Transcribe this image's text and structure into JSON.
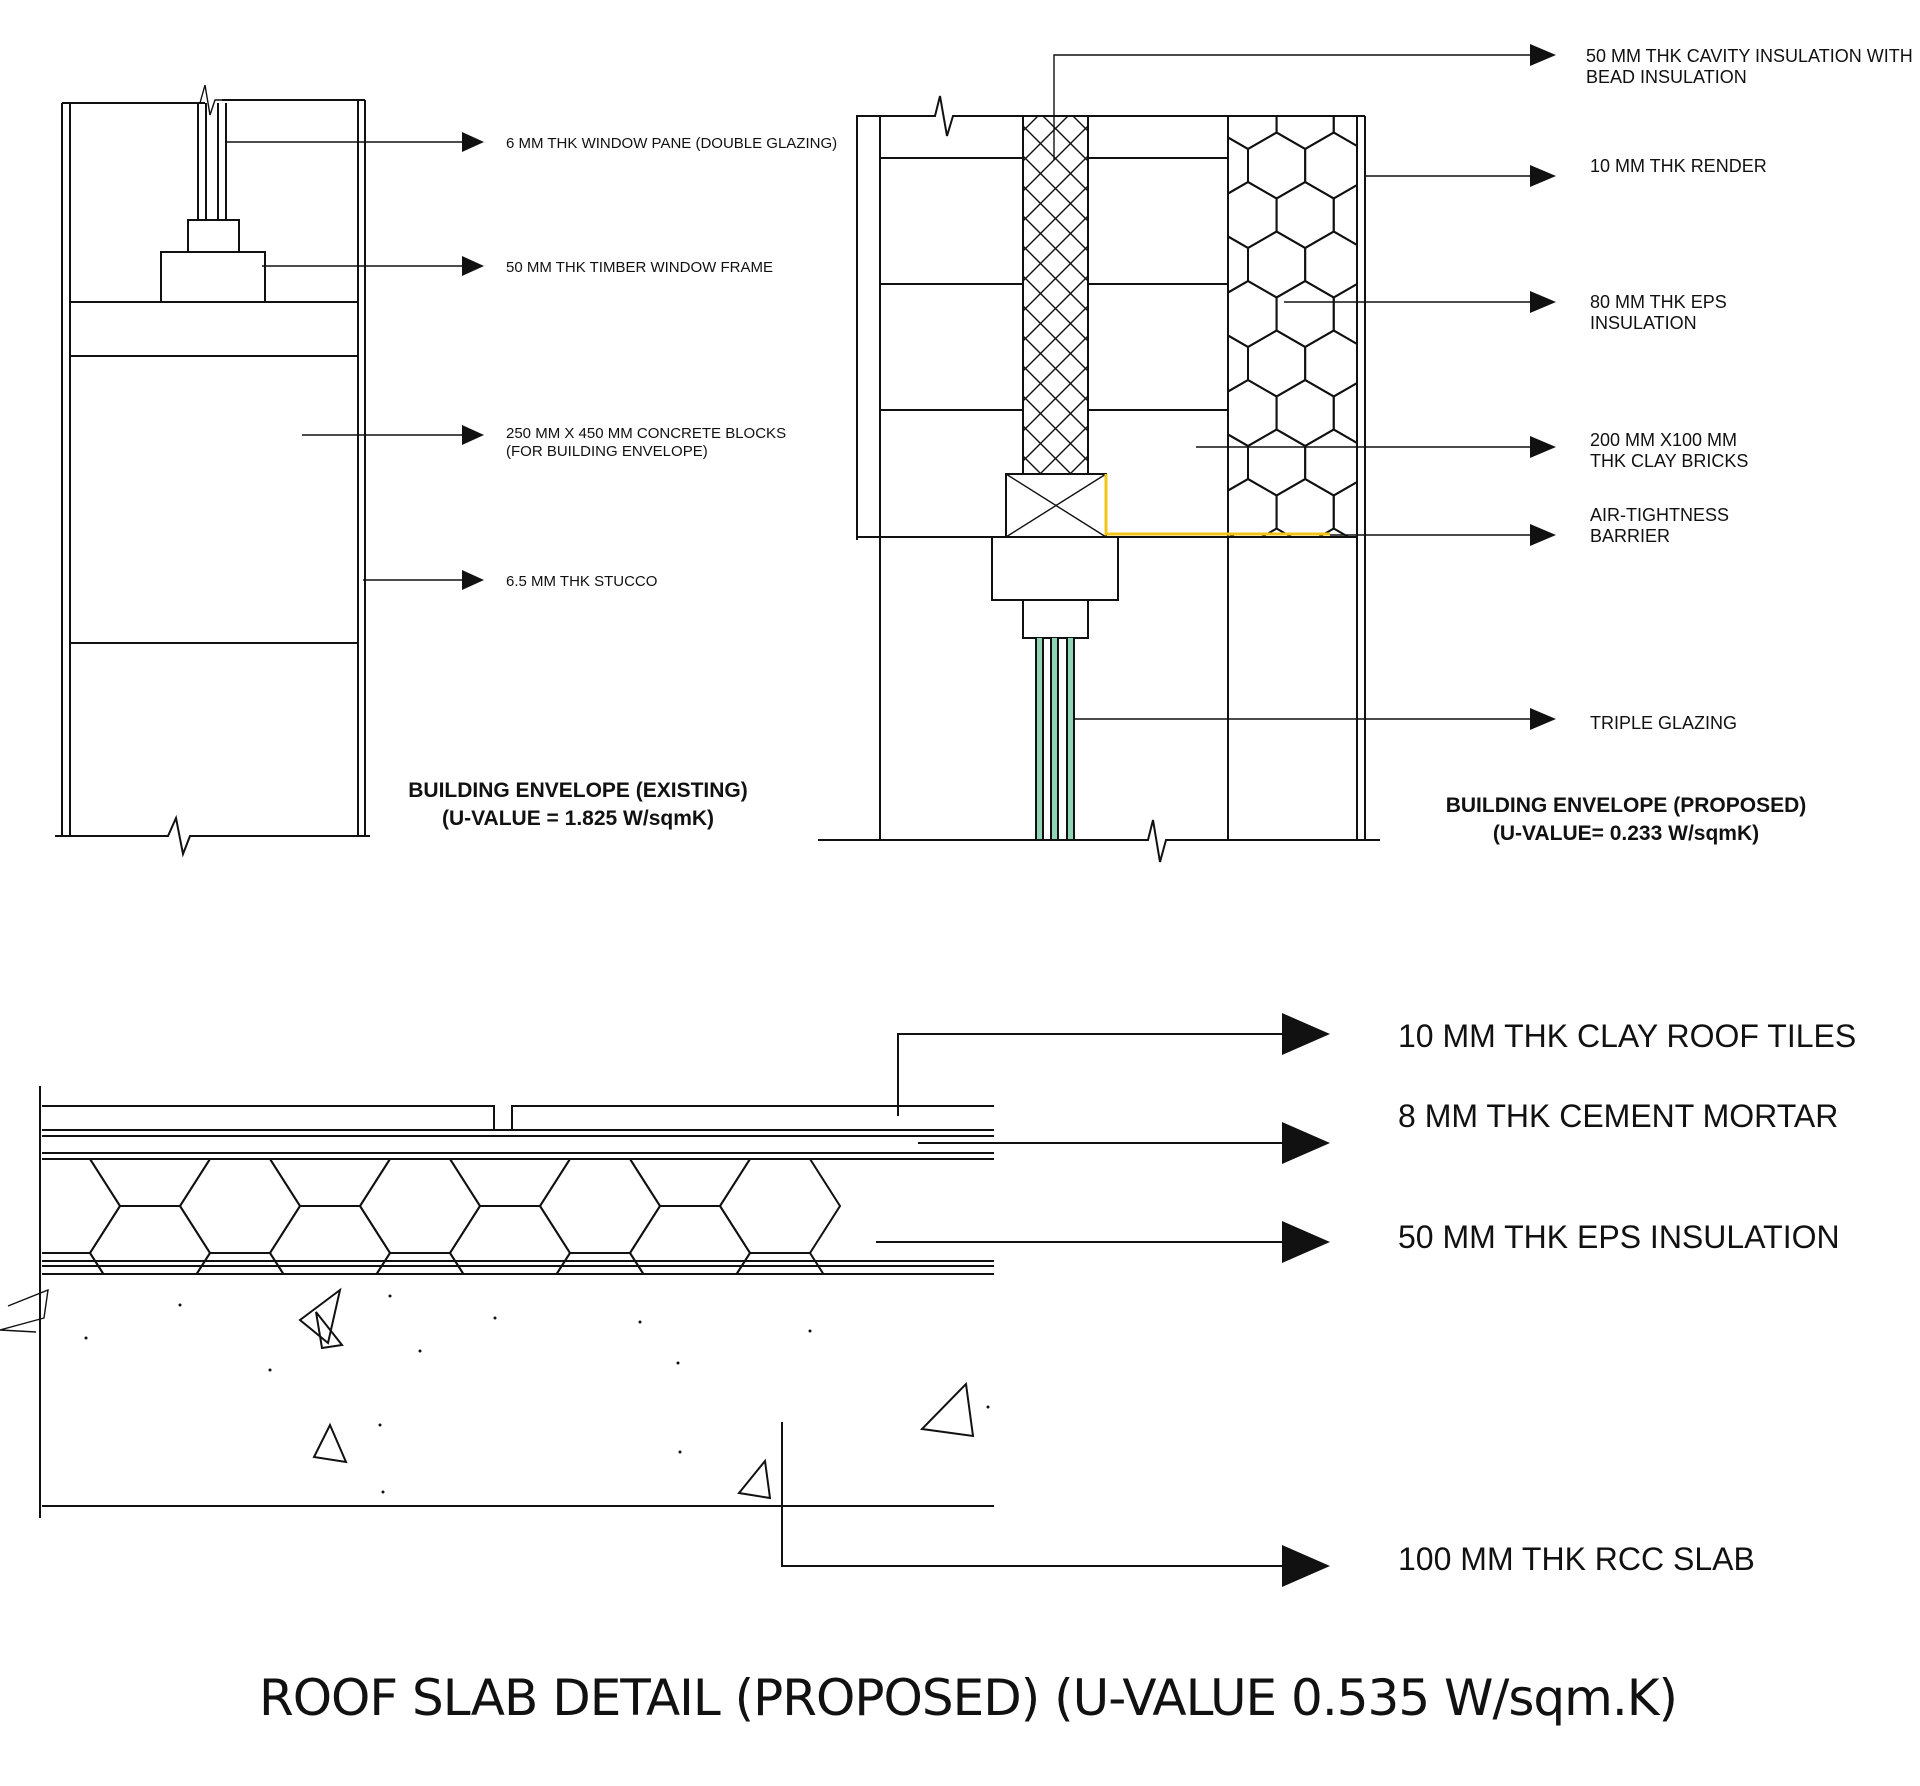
{
  "existing_envelope": {
    "title_line1": "BUILDING ENVELOPE (EXISTING)",
    "title_line2": "(U-VALUE = 1.825 W/sqmK)",
    "labels": [
      {
        "lines": [
          "6 MM THK WINDOW PANE (DOUBLE GLAZING)"
        ]
      },
      {
        "lines": [
          "50 MM THK TIMBER WINDOW FRAME"
        ]
      },
      {
        "lines": [
          "250 MM X 450 MM CONCRETE BLOCKS",
          "(FOR BUILDING ENVELOPE)"
        ]
      },
      {
        "lines": [
          "6.5 MM THK STUCCO"
        ]
      }
    ]
  },
  "proposed_envelope": {
    "title_line1": "BUILDING ENVELOPE (PROPOSED)",
    "title_line2": "(U-VALUE= 0.233 W/sqmK)",
    "labels": [
      {
        "lines": [
          "50 MM THK CAVITY INSULATION WITH",
          "BEAD INSULATION"
        ]
      },
      {
        "lines": [
          "10 MM THK RENDER"
        ]
      },
      {
        "lines": [
          "80 MM THK EPS",
          "INSULATION"
        ]
      },
      {
        "lines": [
          "200 MM X100 MM",
          "THK CLAY BRICKS"
        ]
      },
      {
        "lines": [
          "AIR-TIGHTNESS",
          "BARRIER"
        ]
      },
      {
        "lines": [
          "TRIPLE GLAZING"
        ]
      }
    ],
    "barrier_color": "#f0c419",
    "glazing_color": "#8fd4b4"
  },
  "roof_slab": {
    "title": "ROOF SLAB DETAIL (PROPOSED) (U-VALUE 0.535 W/sqm.K)",
    "labels": [
      {
        "lines": [
          "10 MM THK CLAY ROOF TILES"
        ]
      },
      {
        "lines": [
          "8 MM THK CEMENT MORTAR"
        ]
      },
      {
        "lines": [
          "50 MM THK EPS INSULATION"
        ]
      },
      {
        "lines": [
          "100 MM THK RCC SLAB"
        ]
      }
    ]
  }
}
